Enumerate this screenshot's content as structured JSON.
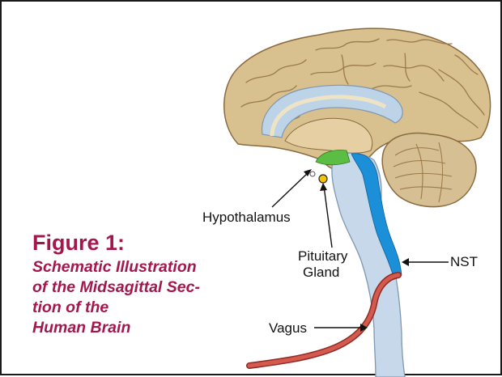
{
  "figure": {
    "title": "Figure 1:",
    "subtitle_lines": [
      "Schematic Illustration",
      "of the Midsagittal Sec-",
      "tion of the",
      "Human Brain"
    ]
  },
  "labels": {
    "hypothalamus": "Hypothalamus",
    "pituitary_line1": "Pituitary",
    "pituitary_line2": "Gland",
    "nst": "NST",
    "vagus": "Vagus"
  },
  "colors": {
    "caption": "#a3174e",
    "cortex": "#d9c08f",
    "cortex_outline": "#8a6a3e",
    "ventricle": "#bcd3e8",
    "hypothalamus_highlight": "#5cbd45",
    "pituitary_highlight": "#f4c400",
    "nst_highlight": "#1b8fd8",
    "vagus_nerve": "#c8453a",
    "border": "#1a1a1a"
  }
}
